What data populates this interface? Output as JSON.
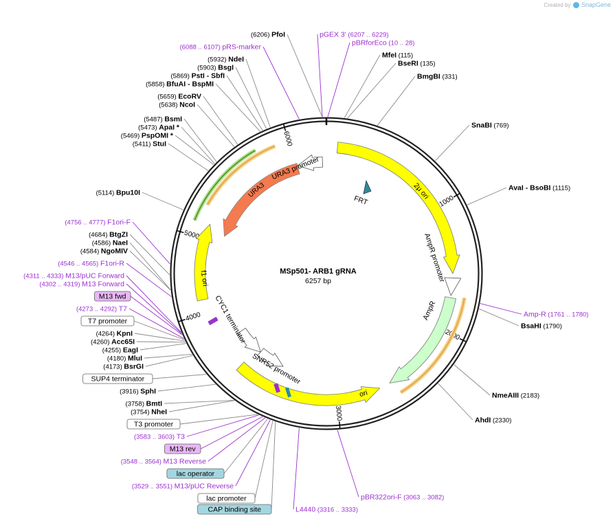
{
  "credit": {
    "prefix": "Created by",
    "brand": "SnapGene"
  },
  "plasmid": {
    "name": "MSp501- ARB1 gRNA",
    "size_label": "6257 bp",
    "length": 6257
  },
  "colors": {
    "site": "#000000",
    "primer": "#9b30d0",
    "line": "#888888",
    "feature_yellow": "#ffff00",
    "feature_salmon": "#f47a4f",
    "feature_green_light": "#ccffcc",
    "feature_teal": "#2f8c9c",
    "orf_orange": "#e8a64a",
    "orf_green": "#5a9e2a",
    "primer_box": "#e8b7f5",
    "lac_box": "#a3d6e0"
  },
  "ticks": [
    "1000",
    "2000",
    "3000",
    "4000",
    "5000",
    "6000"
  ],
  "features": [
    {
      "name": "2μ ori",
      "type": "yellow"
    },
    {
      "name": "AmpR promoter",
      "type": "white"
    },
    {
      "name": "AmpR",
      "type": "green"
    },
    {
      "name": "ori",
      "type": "yellow"
    },
    {
      "name": "SNR52 promoter",
      "type": "white"
    },
    {
      "name": "CYC1 terminator",
      "type": "white"
    },
    {
      "name": "f1 ori",
      "type": "yellow"
    },
    {
      "name": "URA3",
      "type": "salmon"
    },
    {
      "name": "URA3 promoter",
      "type": "white"
    },
    {
      "name": "FRT",
      "type": "teal"
    }
  ],
  "labels": [
    {
      "pos": "(6206)",
      "name": "PfoI",
      "kind": "site"
    },
    {
      "name": "pGEX 3'",
      "range": "(6207 .. 6229)",
      "kind": "primer"
    },
    {
      "name": "pBRforEco",
      "range": "(10 .. 28)",
      "kind": "primer"
    },
    {
      "range": "(6088 .. 6107)",
      "name": "pRS-marker",
      "kind": "primer"
    },
    {
      "name": "MfeI",
      "pos": "(115)",
      "kind": "site"
    },
    {
      "name": "BseRI",
      "pos": "(135)",
      "kind": "site"
    },
    {
      "pos": "(5932)",
      "name": "NdeI",
      "kind": "site"
    },
    {
      "pos": "(5903)",
      "name": "BsgI",
      "kind": "site"
    },
    {
      "name": "BmgBI",
      "pos": "(331)",
      "kind": "site"
    },
    {
      "pos": "(5869)",
      "name": "PstI  - SbfI",
      "kind": "site"
    },
    {
      "pos": "(5858)",
      "name": "BfuAI  - BspMI",
      "kind": "site"
    },
    {
      "pos": "(5659)",
      "name": "EcoRV",
      "kind": "site"
    },
    {
      "pos": "(5638)",
      "name": "NcoI",
      "kind": "site"
    },
    {
      "pos": "(5487)",
      "name": "BsmI",
      "kind": "site"
    },
    {
      "name": "SnaBI",
      "pos": "(769)",
      "kind": "site"
    },
    {
      "pos": "(5473)",
      "name": "ApaI  *",
      "kind": "site"
    },
    {
      "pos": "(5469)",
      "name": "PspOMI  *",
      "kind": "site"
    },
    {
      "pos": "(5411)",
      "name": "StuI",
      "kind": "site"
    },
    {
      "name": "AvaI  - BsoBI",
      "pos": "(1115)",
      "kind": "site"
    },
    {
      "pos": "(5114)",
      "name": "Bpu10I",
      "kind": "site"
    },
    {
      "range": "(4756 .. 4777)",
      "name": "F1ori-F",
      "kind": "primer"
    },
    {
      "pos": "(4684)",
      "name": "BtgZI",
      "kind": "site"
    },
    {
      "pos": "(4586)",
      "name": "NaeI",
      "kind": "site"
    },
    {
      "pos": "(4584)",
      "name": "NgoMIV",
      "kind": "site"
    },
    {
      "range": "(4546 .. 4565)",
      "name": "F1ori-R",
      "kind": "primer"
    },
    {
      "range": "(4311 .. 4333)",
      "name": "M13/pUC Forward",
      "kind": "primer"
    },
    {
      "range": "(4302 .. 4319)",
      "name": "M13 Forward",
      "kind": "primer"
    },
    {
      "name": "M13 fwd",
      "kind": "box_primer"
    },
    {
      "name": "Amp-R",
      "range": "(1761 .. 1780)",
      "kind": "primer"
    },
    {
      "range": "(4273 .. 4292)",
      "name": "T7",
      "kind": "primer"
    },
    {
      "name": "BsaHI",
      "pos": "(1790)",
      "kind": "site"
    },
    {
      "name": "T7 promoter",
      "kind": "box_white"
    },
    {
      "pos": "(4264)",
      "name": "KpnI",
      "kind": "site"
    },
    {
      "pos": "(4260)",
      "name": "Acc65I",
      "kind": "site"
    },
    {
      "pos": "(4255)",
      "name": "EagI",
      "kind": "site"
    },
    {
      "pos": "(4180)",
      "name": "MluI",
      "kind": "site"
    },
    {
      "pos": "(4173)",
      "name": "BsrGI",
      "kind": "site"
    },
    {
      "name": "SUP4 terminator",
      "kind": "box_white"
    },
    {
      "pos": "(3916)",
      "name": "SphI",
      "kind": "site"
    },
    {
      "name": "NmeAIII",
      "pos": "(2183)",
      "kind": "site"
    },
    {
      "pos": "(3758)",
      "name": "BmtI",
      "kind": "site"
    },
    {
      "pos": "(3754)",
      "name": "NheI",
      "kind": "site"
    },
    {
      "name": "AhdI",
      "pos": "(2330)",
      "kind": "site"
    },
    {
      "name": "T3 promoter",
      "kind": "box_white"
    },
    {
      "range": "(3583 .. 3603)",
      "name": "T3",
      "kind": "primer"
    },
    {
      "name": "M13 rev",
      "kind": "box_primer"
    },
    {
      "range": "(3548 .. 3564)",
      "name": "M13 Reverse",
      "kind": "primer"
    },
    {
      "name": "lac operator",
      "kind": "box_lac"
    },
    {
      "range": "(3529 .. 3551)",
      "name": "M13/pUC Reverse",
      "kind": "primer"
    },
    {
      "name": "pBR322ori-F",
      "range": "(3063 .. 3082)",
      "kind": "primer"
    },
    {
      "name": "lac promoter",
      "kind": "box_white"
    },
    {
      "name": "L4440",
      "range": "(3316 .. 3333)",
      "kind": "primer"
    },
    {
      "name": "CAP binding site",
      "kind": "box_lac"
    }
  ]
}
